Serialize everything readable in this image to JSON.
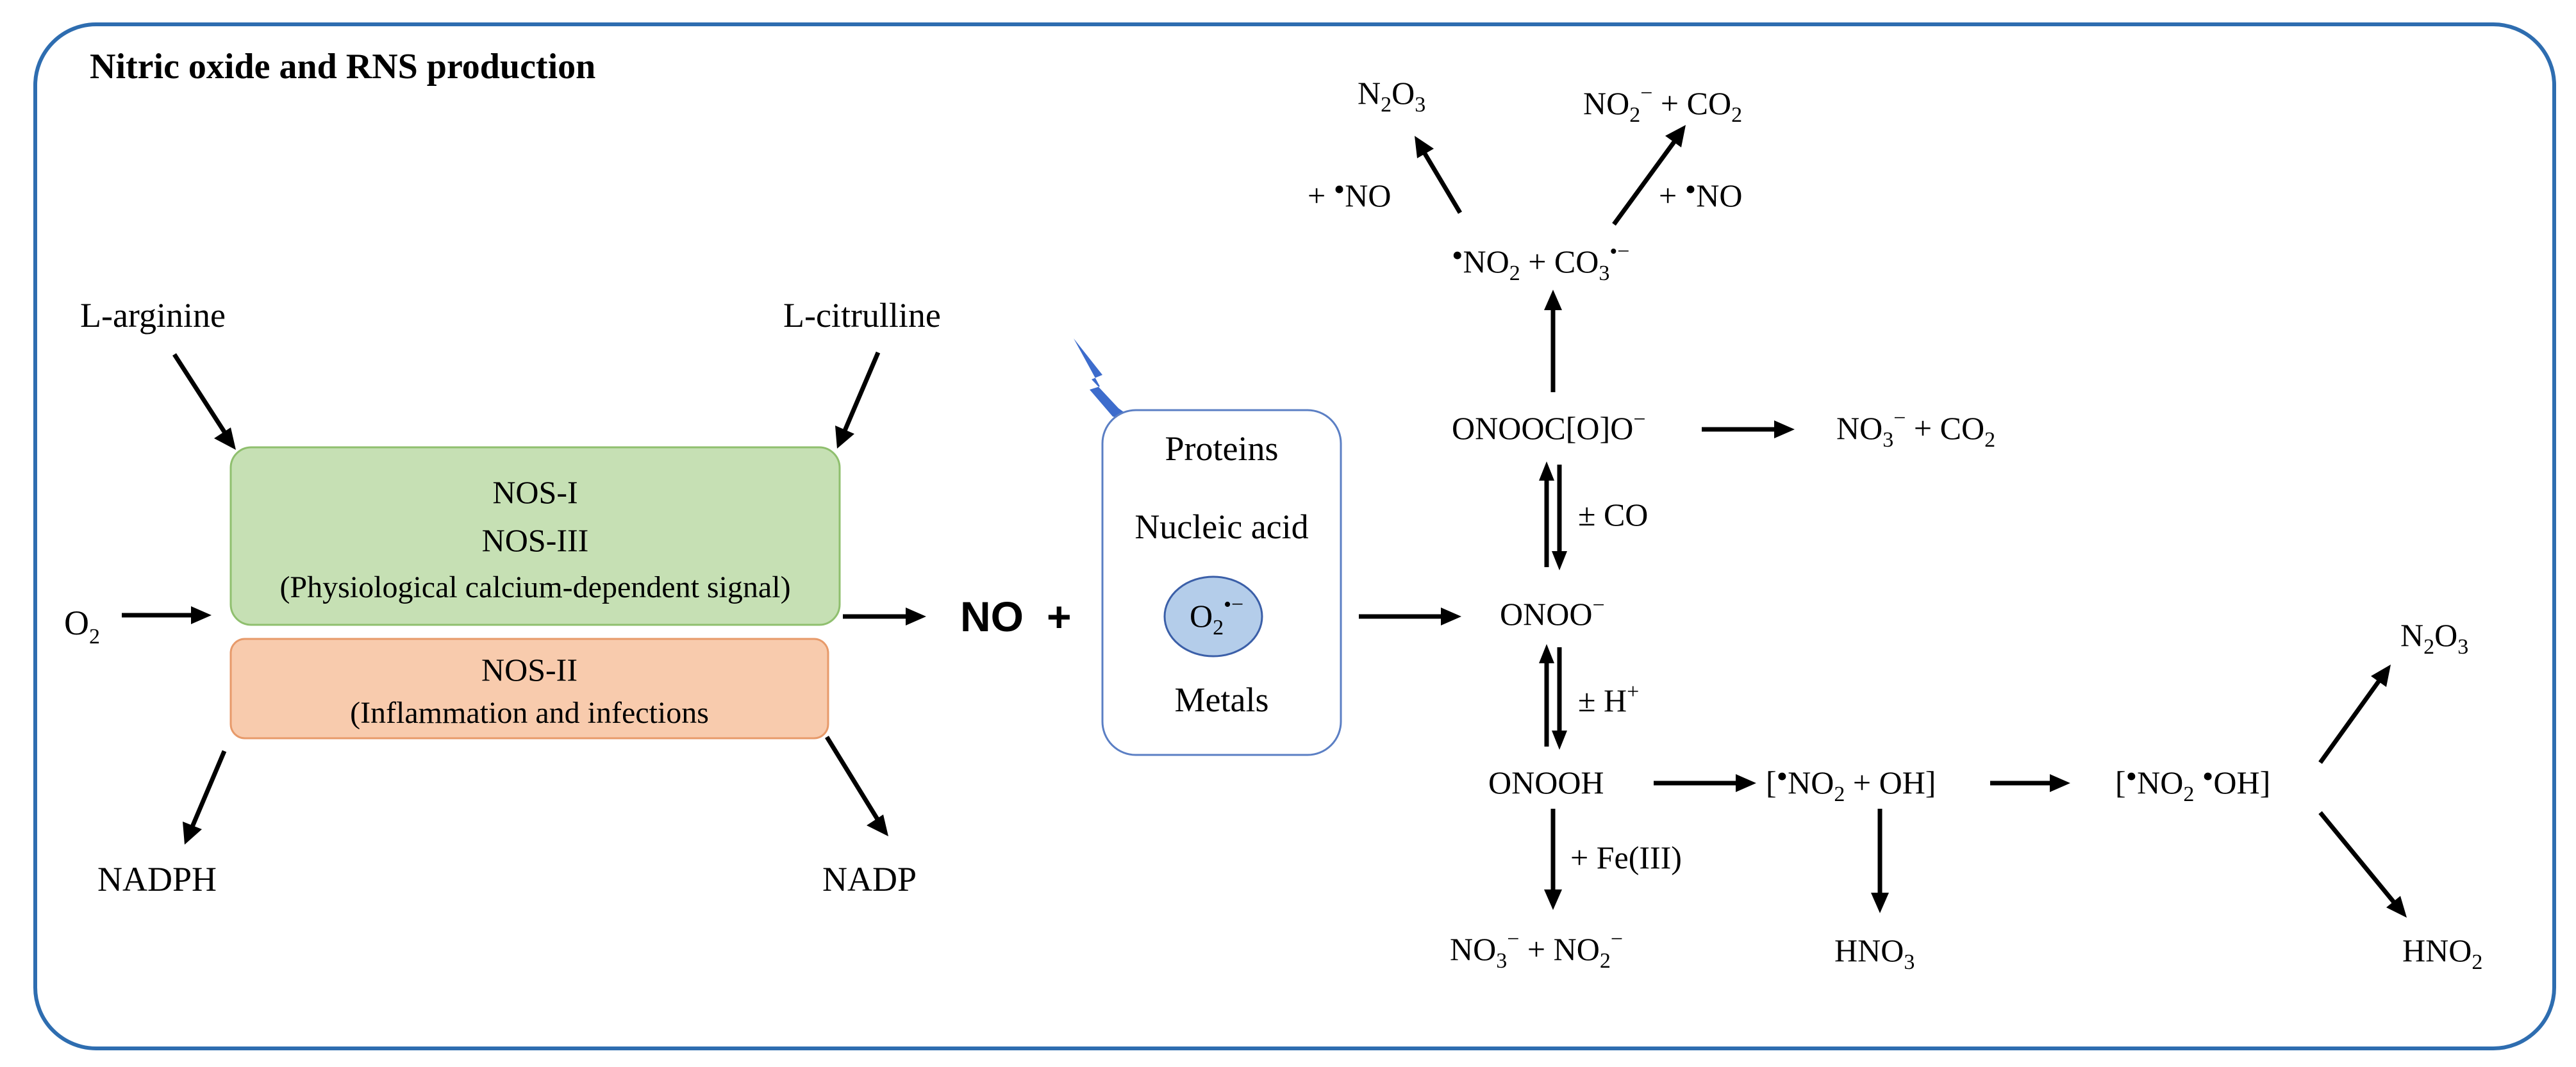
{
  "title": "Nitric oxide and RNS production",
  "colors": {
    "frame": "#2e6db0",
    "nos_constitutive_fill": "#c6e0b4",
    "nos_constitutive_stroke": "#8fbf6e",
    "nos_inducible_fill": "#f8cbad",
    "nos_inducible_stroke": "#e79a6a",
    "target_box_stroke": "#5b7fc4",
    "superoxide_fill": "#b4cdea",
    "lightning": "#3d6ccc"
  },
  "left": {
    "l_arginine": "L-arginine",
    "l_citrulline": "L-citrulline",
    "o2_base": "O",
    "o2_sub": "2",
    "nadph": "NADPH",
    "nadp": "NADP",
    "nos_constitutive": {
      "line1": "NOS-I",
      "line2": "NOS-III",
      "line3": "(Physiological calcium-dependent signal)"
    },
    "nos_inducible": {
      "line1": "NOS-II",
      "line2": "(Inflammation and infections"
    }
  },
  "center": {
    "no_label": "NO",
    "plus": "+",
    "targets": {
      "proteins": "Proteins",
      "nucleic_acid": "Nucleic acid",
      "superoxide_base": "O",
      "superoxide_sub": "2",
      "superoxide_sup": "•−",
      "metals": "Metals"
    },
    "icon": "lightning-bolt-icon"
  },
  "right": {
    "top_left_product": {
      "base": "N",
      "sub1": "2",
      "mid": "O",
      "sub2": "3"
    },
    "top_right_product": {
      "a": "NO",
      "a_sub": "2",
      "a_sup": "−",
      "plus": " + CO",
      "b_sub": "2"
    },
    "plus_no_left": {
      "prefix": "+ ",
      "dot": "•",
      "text": "NO"
    },
    "plus_no_right": {
      "prefix": "+ ",
      "dot": "•",
      "text": "NO"
    },
    "radical_pair": {
      "dot1": "•",
      "a": "NO",
      "a_sub": "2",
      "plus": " + CO",
      "b_sub": "3",
      "b_sup": "•−"
    },
    "nitrosoperoxycarbonate": "ONOOC[O]O",
    "nitrosoperoxycarbonate_sup": "−",
    "nitrate_co2": {
      "a": "NO",
      "a_sub": "3",
      "a_sup": "−",
      "plus": " + CO",
      "b_sub": "2"
    },
    "co_label": "± CO",
    "peroxynitrite": "ONOO",
    "peroxynitrite_sup": "−",
    "h_label": "± H",
    "h_sup": "+",
    "peroxynitrous_acid": "ONOOH",
    "caged_pair": {
      "open": "[",
      "dot": "•",
      "a": "NO",
      "a_sub": "2",
      "rest": " + OH]"
    },
    "free_pair": {
      "open": "[",
      "dot1": "•",
      "a": "NO",
      "a_sub": "2",
      "sp": " ",
      "dot2": "•",
      "rest": "OH]"
    },
    "fe_label": "+ Fe(III)",
    "nitrate_nitrite": {
      "a": "NO",
      "a_sub": "3",
      "a_sup": "−",
      "mid": "  + NO",
      "b_sub": "2",
      "b_sup": "−"
    },
    "hno3": {
      "base": "HNO",
      "sub": "3"
    },
    "n2o3_lower": {
      "base": "N",
      "sub1": "2",
      "mid": "O",
      "sub2": "3"
    },
    "hno2": {
      "base": "HNO",
      "sub": "2"
    }
  }
}
